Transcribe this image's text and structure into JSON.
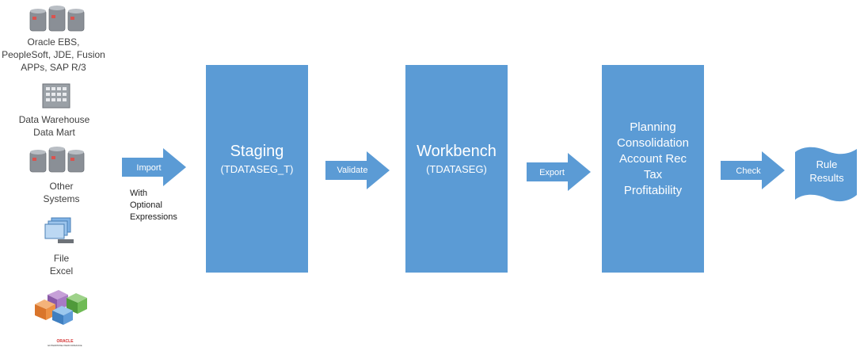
{
  "sources": {
    "ebs_label": "Oracle EBS,\nPeopleSoft, JDE, Fusion\nAPPs, SAP R/3",
    "dw_label": "Data Warehouse\nData Mart",
    "other_label": "Other\nSystems",
    "file_label": "File\nExcel",
    "oracle_logo_text": "ORACLE",
    "oracle_logo_sub": "ENTERPRISE PERFORMANCE"
  },
  "flow": {
    "import_label": "Import",
    "import_note": "With\nOptional\nExpressions",
    "validate_label": "Validate",
    "export_label": "Export",
    "check_label": "Check"
  },
  "boxes": {
    "staging_title": "Staging",
    "staging_sub": "(TDATASEG_T)",
    "workbench_title": "Workbench",
    "workbench_sub": "(TDATASEG)",
    "targets": [
      "Planning",
      "Consolidation",
      "Account Rec",
      "Tax",
      "Profitability"
    ]
  },
  "result": {
    "line1": "Rule",
    "line2": "Results"
  },
  "colors": {
    "accent": "#5b9bd5",
    "text": "#404040"
  }
}
